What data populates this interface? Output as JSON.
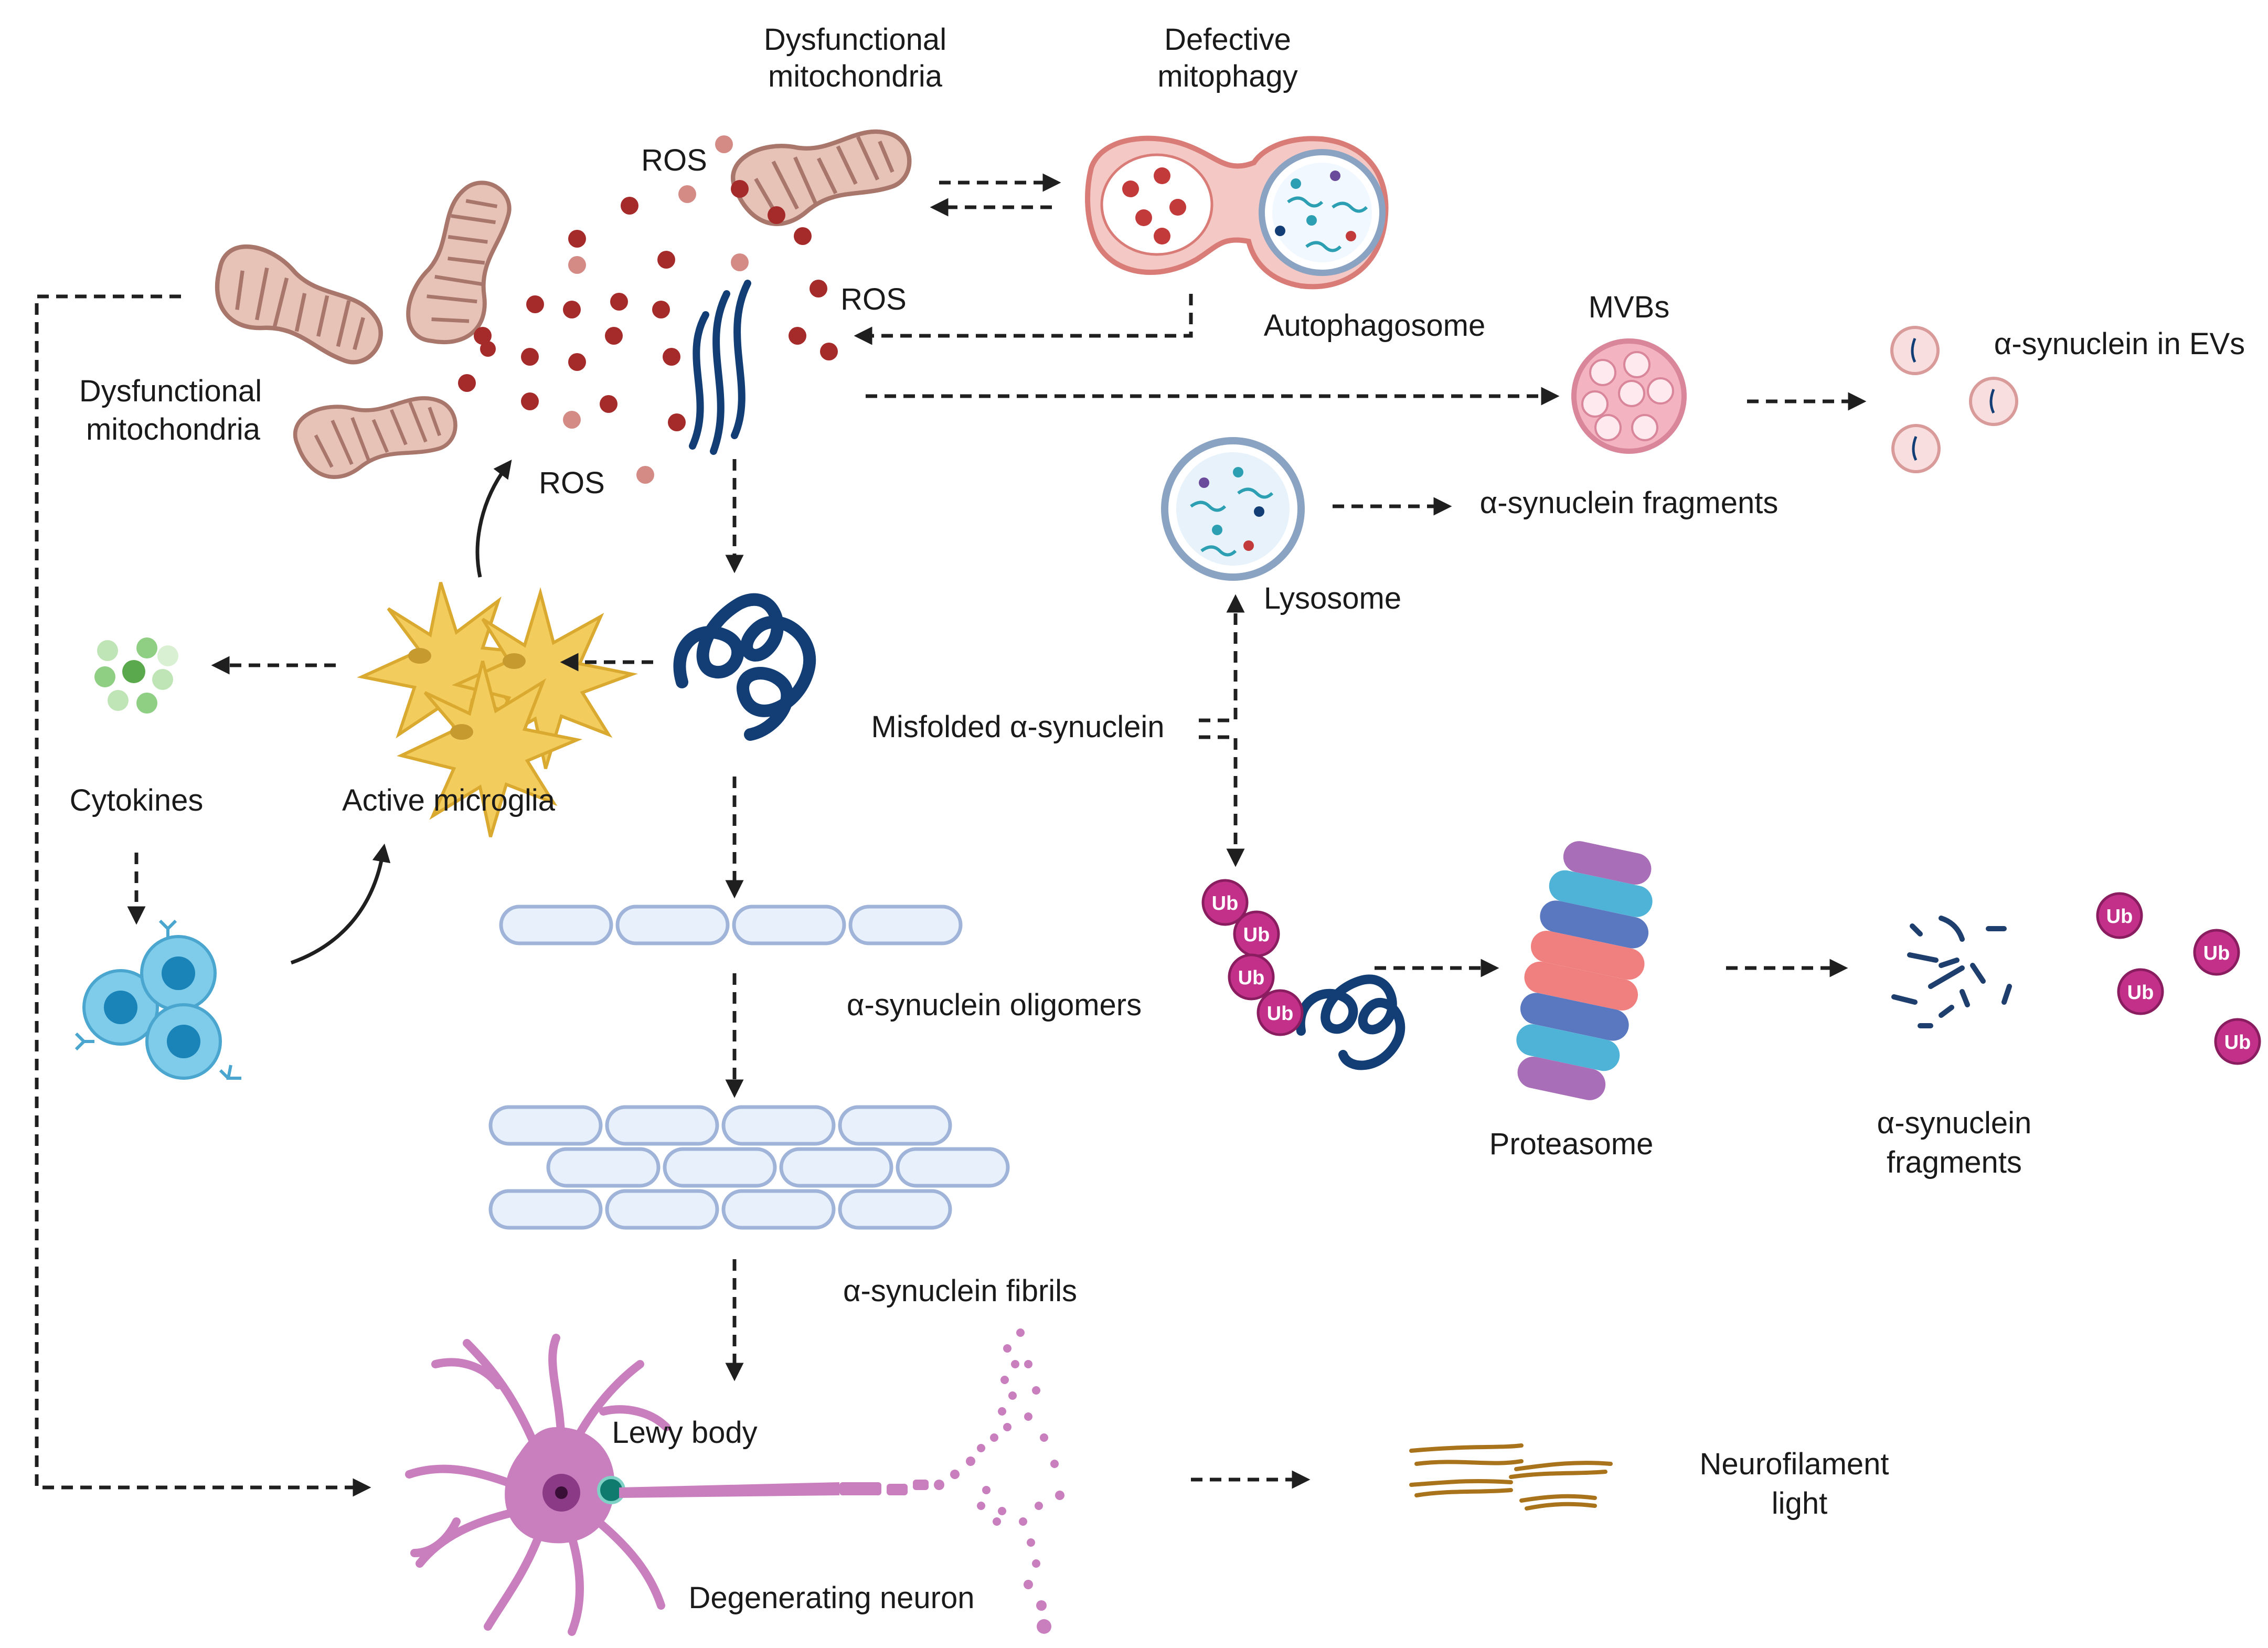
{
  "labels": {
    "dysfunctional_mito_top_1": "Dysfunctional",
    "dysfunctional_mito_top_2": "mitochondria",
    "defective_mitophagy_1": "Defective",
    "defective_mitophagy_2": "mitophagy",
    "ros_1": "ROS",
    "ros_2": "ROS",
    "ros_3": "ROS",
    "autophagosome": "Autophagosome",
    "mvbs": "MVBs",
    "asyn_evs": "α-synuclein in EVs",
    "dysfunctional_mito_left_1": "Dysfunctional",
    "dysfunctional_mito_left_2": "mitochondria",
    "asyn_fragments_lys": "α-synuclein fragments",
    "lysosome": "Lysosome",
    "misfolded_asyn": "Misfolded α-synuclein",
    "cytokines": "Cytokines",
    "active_microglia": "Active microglia",
    "asyn_oligomers": "α-synuclein oligomers",
    "proteasome": "Proteasome",
    "asyn_fragments_prot_1": "α-synuclein",
    "asyn_fragments_prot_2": "fragments",
    "asyn_fibrils": "α-synuclein fibrils",
    "lewy_body": "Lewy body",
    "neurofilament_1": "Neurofilament",
    "neurofilament_2": "light",
    "degenerating_neuron": "Degenerating neuron",
    "ub": "Ub"
  },
  "colors": {
    "ros_dark": "#a52a2a",
    "ros_light": "#d48b86",
    "mito_fill": "#e7c3b7",
    "mito_stroke": "#a8766b",
    "synuclein": "#123e75",
    "microglia": "#f3cc5e",
    "cytokine": "#8fcf84",
    "tcell": "#5ab7e0",
    "vesicle": "#f8dede",
    "ub": "#c2308a",
    "neuron": "#c97fbe",
    "neurofilament": "#a9731c",
    "oligomer": "#e8f0fc",
    "lysosome": "#d7e8f6"
  }
}
